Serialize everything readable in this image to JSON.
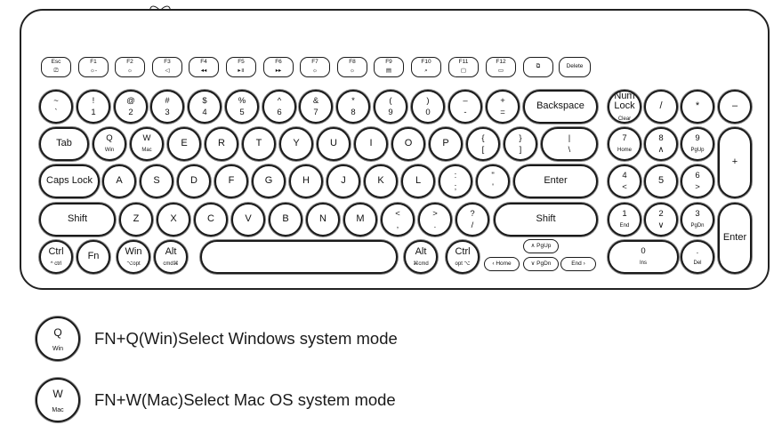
{
  "function_row": [
    {
      "top": "Esc",
      "bottom": "⎚"
    },
    {
      "top": "F1",
      "bottom": "☼-"
    },
    {
      "top": "F2",
      "bottom": "☼"
    },
    {
      "top": "F3",
      "bottom": "◁"
    },
    {
      "top": "F4",
      "bottom": "◂◂"
    },
    {
      "top": "F5",
      "bottom": "▸॥"
    },
    {
      "top": "F6",
      "bottom": "▸▸"
    },
    {
      "top": "F7",
      "bottom": "☼"
    },
    {
      "top": "F8",
      "bottom": "☼"
    },
    {
      "top": "F9",
      "bottom": "▤"
    },
    {
      "top": "F10",
      "bottom": "⌕"
    },
    {
      "top": "F11",
      "bottom": "▢"
    },
    {
      "top": "F12",
      "bottom": "▭"
    },
    {
      "top": "",
      "bottom": "⧉"
    },
    {
      "top": "Delete",
      "bottom": ""
    }
  ],
  "number_row": [
    {
      "top": "~",
      "bottom": "`"
    },
    {
      "top": "!",
      "bottom": "1"
    },
    {
      "top": "@",
      "bottom": "2"
    },
    {
      "top": "#",
      "bottom": "3"
    },
    {
      "top": "$",
      "bottom": "4"
    },
    {
      "top": "%",
      "bottom": "5"
    },
    {
      "top": "^",
      "bottom": "6"
    },
    {
      "top": "&",
      "bottom": "7"
    },
    {
      "top": "*",
      "bottom": "8"
    },
    {
      "top": "(",
      "bottom": "9"
    },
    {
      "top": ")",
      "bottom": "0"
    },
    {
      "top": "–",
      "bottom": "-"
    },
    {
      "top": "+",
      "bottom": "="
    },
    {
      "top": "Backspace",
      "bottom": ""
    }
  ],
  "qwerty_row": [
    {
      "top": "Tab",
      "bottom": ""
    },
    {
      "top": "Q",
      "bottom": "Win"
    },
    {
      "top": "W",
      "bottom": "Mac"
    },
    {
      "top": "E",
      "bottom": ""
    },
    {
      "top": "R",
      "bottom": ""
    },
    {
      "top": "T",
      "bottom": ""
    },
    {
      "top": "Y",
      "bottom": ""
    },
    {
      "top": "U",
      "bottom": ""
    },
    {
      "top": "I",
      "bottom": ""
    },
    {
      "top": "O",
      "bottom": ""
    },
    {
      "top": "P",
      "bottom": ""
    },
    {
      "top": "{",
      "bottom": "["
    },
    {
      "top": "}",
      "bottom": "]"
    },
    {
      "top": "|",
      "bottom": "\\"
    }
  ],
  "home_row": [
    {
      "top": "Caps Lock",
      "bottom": ""
    },
    {
      "top": "A",
      "bottom": ""
    },
    {
      "top": "S",
      "bottom": ""
    },
    {
      "top": "D",
      "bottom": ""
    },
    {
      "top": "F",
      "bottom": ""
    },
    {
      "top": "G",
      "bottom": ""
    },
    {
      "top": "H",
      "bottom": ""
    },
    {
      "top": "J",
      "bottom": ""
    },
    {
      "top": "K",
      "bottom": ""
    },
    {
      "top": "L",
      "bottom": ""
    },
    {
      "top": ":",
      "bottom": ";"
    },
    {
      "top": "\"",
      "bottom": "'"
    },
    {
      "top": "Enter",
      "bottom": ""
    }
  ],
  "shift_row": [
    {
      "top": "Shift",
      "bottom": ""
    },
    {
      "top": "Z",
      "bottom": ""
    },
    {
      "top": "X",
      "bottom": ""
    },
    {
      "top": "C",
      "bottom": ""
    },
    {
      "top": "V",
      "bottom": ""
    },
    {
      "top": "B",
      "bottom": ""
    },
    {
      "top": "N",
      "bottom": ""
    },
    {
      "top": "M",
      "bottom": ""
    },
    {
      "top": "<",
      "bottom": ","
    },
    {
      "top": ">",
      "bottom": "."
    },
    {
      "top": "?",
      "bottom": "/"
    },
    {
      "top": "Shift",
      "bottom": ""
    }
  ],
  "bottom_row": [
    {
      "top": "Ctrl",
      "bottom": "^ ctrl"
    },
    {
      "top": "Fn",
      "bottom": ""
    },
    {
      "top": "Win",
      "bottom": "⌥opt"
    },
    {
      "top": "Alt",
      "bottom": "cmd⌘"
    },
    {
      "top": "",
      "bottom": ""
    },
    {
      "top": "Alt",
      "bottom": "⌘cmd"
    },
    {
      "top": "Ctrl",
      "bottom": "opt ⌥"
    }
  ],
  "arrow_keys": [
    {
      "top": "∧ PgUp",
      "bottom": ""
    },
    {
      "top": "‹ Home",
      "bottom": ""
    },
    {
      "top": "∨ PgDn",
      "bottom": ""
    },
    {
      "top": "End ›",
      "bottom": ""
    }
  ],
  "numpad": [
    {
      "top": "Num Lock",
      "bottom": "Clear"
    },
    {
      "top": "/",
      "bottom": ""
    },
    {
      "top": "*",
      "bottom": ""
    },
    {
      "top": "–",
      "bottom": ""
    },
    {
      "top": "7",
      "bottom": "Home"
    },
    {
      "top": "8",
      "bottom": "∧"
    },
    {
      "top": "9",
      "bottom": "PgUp"
    },
    {
      "top": "+",
      "bottom": ""
    },
    {
      "top": "4",
      "bottom": "<"
    },
    {
      "top": "5",
      "bottom": ""
    },
    {
      "top": "6",
      "bottom": ">"
    },
    {
      "top": "1",
      "bottom": "End"
    },
    {
      "top": "2",
      "bottom": "∨"
    },
    {
      "top": "3",
      "bottom": "PgDn"
    },
    {
      "top": "Enter",
      "bottom": ""
    },
    {
      "top": "0",
      "bottom": "Ins"
    },
    {
      "top": ".",
      "bottom": "Del"
    }
  ],
  "legend": [
    {
      "key_main": "Q",
      "key_sub": "Win",
      "text": "FN+Q(Win)Select Windows system mode"
    },
    {
      "key_main": "W",
      "key_sub": "Mac",
      "text": "FN+W(Mac)Select Mac OS system mode"
    }
  ]
}
